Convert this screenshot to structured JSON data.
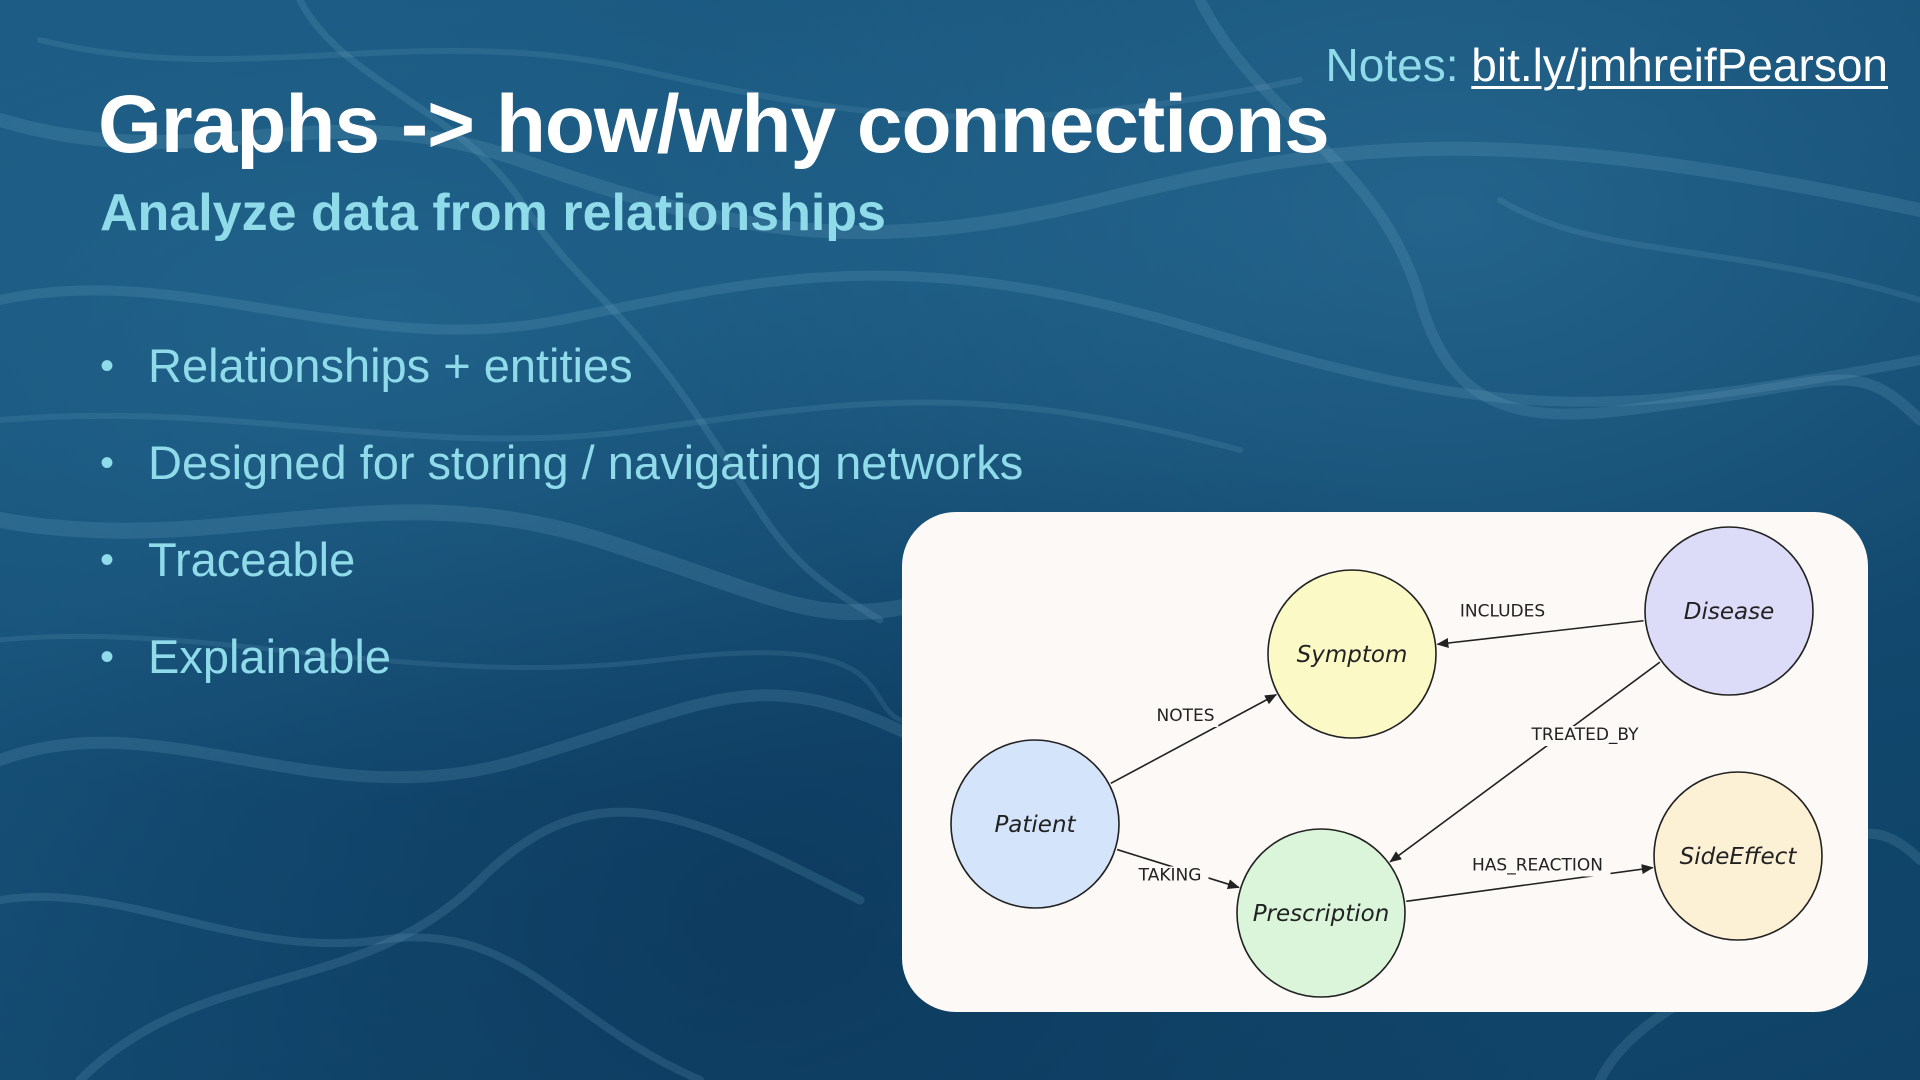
{
  "notes": {
    "prefix": "Notes:",
    "link": "bit.ly/jmhreifPearson"
  },
  "title": "Graphs -> how/why connections",
  "subtitle": "Analyze data from relationships",
  "bullets": [
    "Relationships + entities",
    "Designed for storing / navigating networks",
    "Traceable",
    "Explainable"
  ],
  "diagram": {
    "nodes": [
      {
        "id": "patient",
        "label": "Patient",
        "color": "#d3e4fb"
      },
      {
        "id": "symptom",
        "label": "Symptom",
        "color": "#fbf9c6"
      },
      {
        "id": "disease",
        "label": "Disease",
        "color": "#dcdcf9"
      },
      {
        "id": "prescription",
        "label": "Prescription",
        "color": "#daf5da"
      },
      {
        "id": "sideeffect",
        "label": "SideEffect",
        "color": "#fcf0d5"
      }
    ],
    "edges": [
      {
        "from": "patient",
        "to": "symptom",
        "label": "NOTES"
      },
      {
        "from": "patient",
        "to": "prescription",
        "label": "TAKING"
      },
      {
        "from": "disease",
        "to": "symptom",
        "label": "INCLUDES"
      },
      {
        "from": "disease",
        "to": "prescription",
        "label": "TREATED_BY"
      },
      {
        "from": "prescription",
        "to": "sideeffect",
        "label": "HAS_REACTION"
      }
    ]
  },
  "colors": {
    "accent": "#8fdbea",
    "background": "#134d73",
    "card": "#fcf9f6"
  }
}
